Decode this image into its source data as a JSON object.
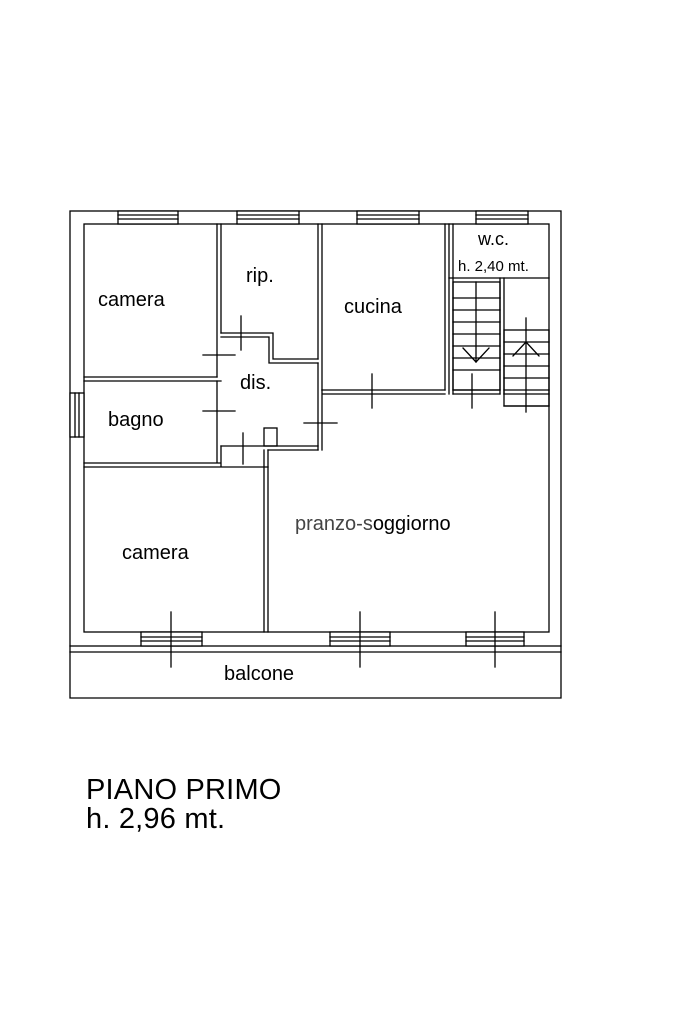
{
  "floor_plan": {
    "title": "PIANO PRIMO",
    "height": "h. 2,96 mt.",
    "rooms": {
      "camera_top": "camera",
      "rip": "rip.",
      "cucina": "cucina",
      "wc": "w.c.",
      "wc_height": "h. 2,40 mt.",
      "dis": "dis.",
      "bagno": "bagno",
      "pranzo_a": "pranzo-s",
      "pranzo_b": "oggiorno",
      "camera_bottom": "camera",
      "balcone": "balcone"
    }
  }
}
